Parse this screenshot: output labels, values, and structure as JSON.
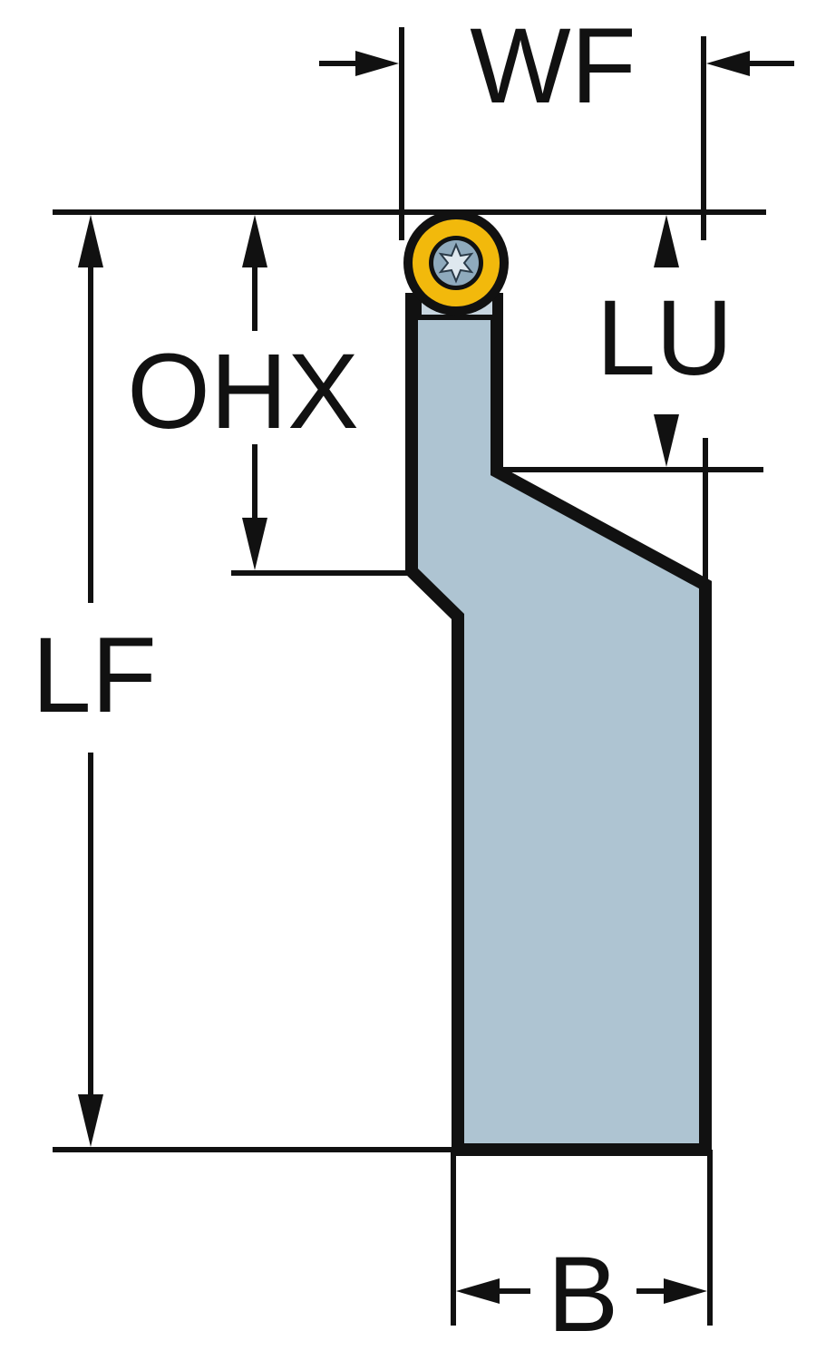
{
  "colors": {
    "holder_fill": "#aec4d2",
    "outline": "#111111",
    "insert_ring": "#f2b90c",
    "insert_center": "#8faabd",
    "background": "#ffffff"
  },
  "labels": {
    "wf": "WF",
    "ohx": "OHX",
    "lu": "LU",
    "lf": "LF",
    "b": "B"
  },
  "icons": {
    "insert_screw": "torx-screw-icon"
  }
}
